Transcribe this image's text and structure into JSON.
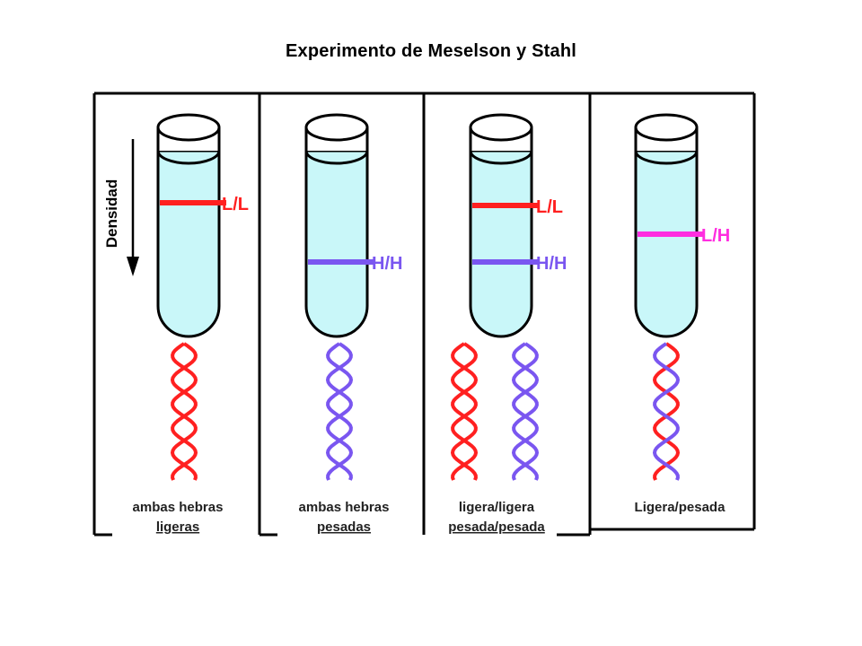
{
  "title": "Experimento de Meselson y Stahl",
  "colors": {
    "light": "#ff2020",
    "heavy": "#7a56f0",
    "hybrid": "#ff2ee0",
    "tube_fill": "#c9f7f9",
    "outline": "#000000"
  },
  "density_axis": {
    "label": "Densidad"
  },
  "panels": [
    {
      "bands": [
        {
          "label": "L/L",
          "color_key": "light"
        }
      ],
      "helices": [
        [
          "light",
          "light"
        ]
      ],
      "caption_line1": "ambas hebras",
      "caption_line2": "ligeras"
    },
    {
      "bands": [
        {
          "label": "H/H",
          "color_key": "heavy"
        }
      ],
      "helices": [
        [
          "heavy",
          "heavy"
        ]
      ],
      "caption_line1": "ambas hebras",
      "caption_line2": "pesadas"
    },
    {
      "bands": [
        {
          "label": "L/L",
          "color_key": "light"
        },
        {
          "label": "H/H",
          "color_key": "heavy"
        }
      ],
      "helices": [
        [
          "light",
          "light"
        ],
        [
          "heavy",
          "heavy"
        ]
      ],
      "caption_line1": "ligera/ligera",
      "caption_line2": "pesada/pesada"
    },
    {
      "bands": [
        {
          "label": "L/H",
          "color_key": "hybrid"
        }
      ],
      "helices": [
        [
          "light",
          "heavy"
        ]
      ],
      "caption_line1": "Ligera/pesada",
      "caption_line2": ""
    }
  ]
}
